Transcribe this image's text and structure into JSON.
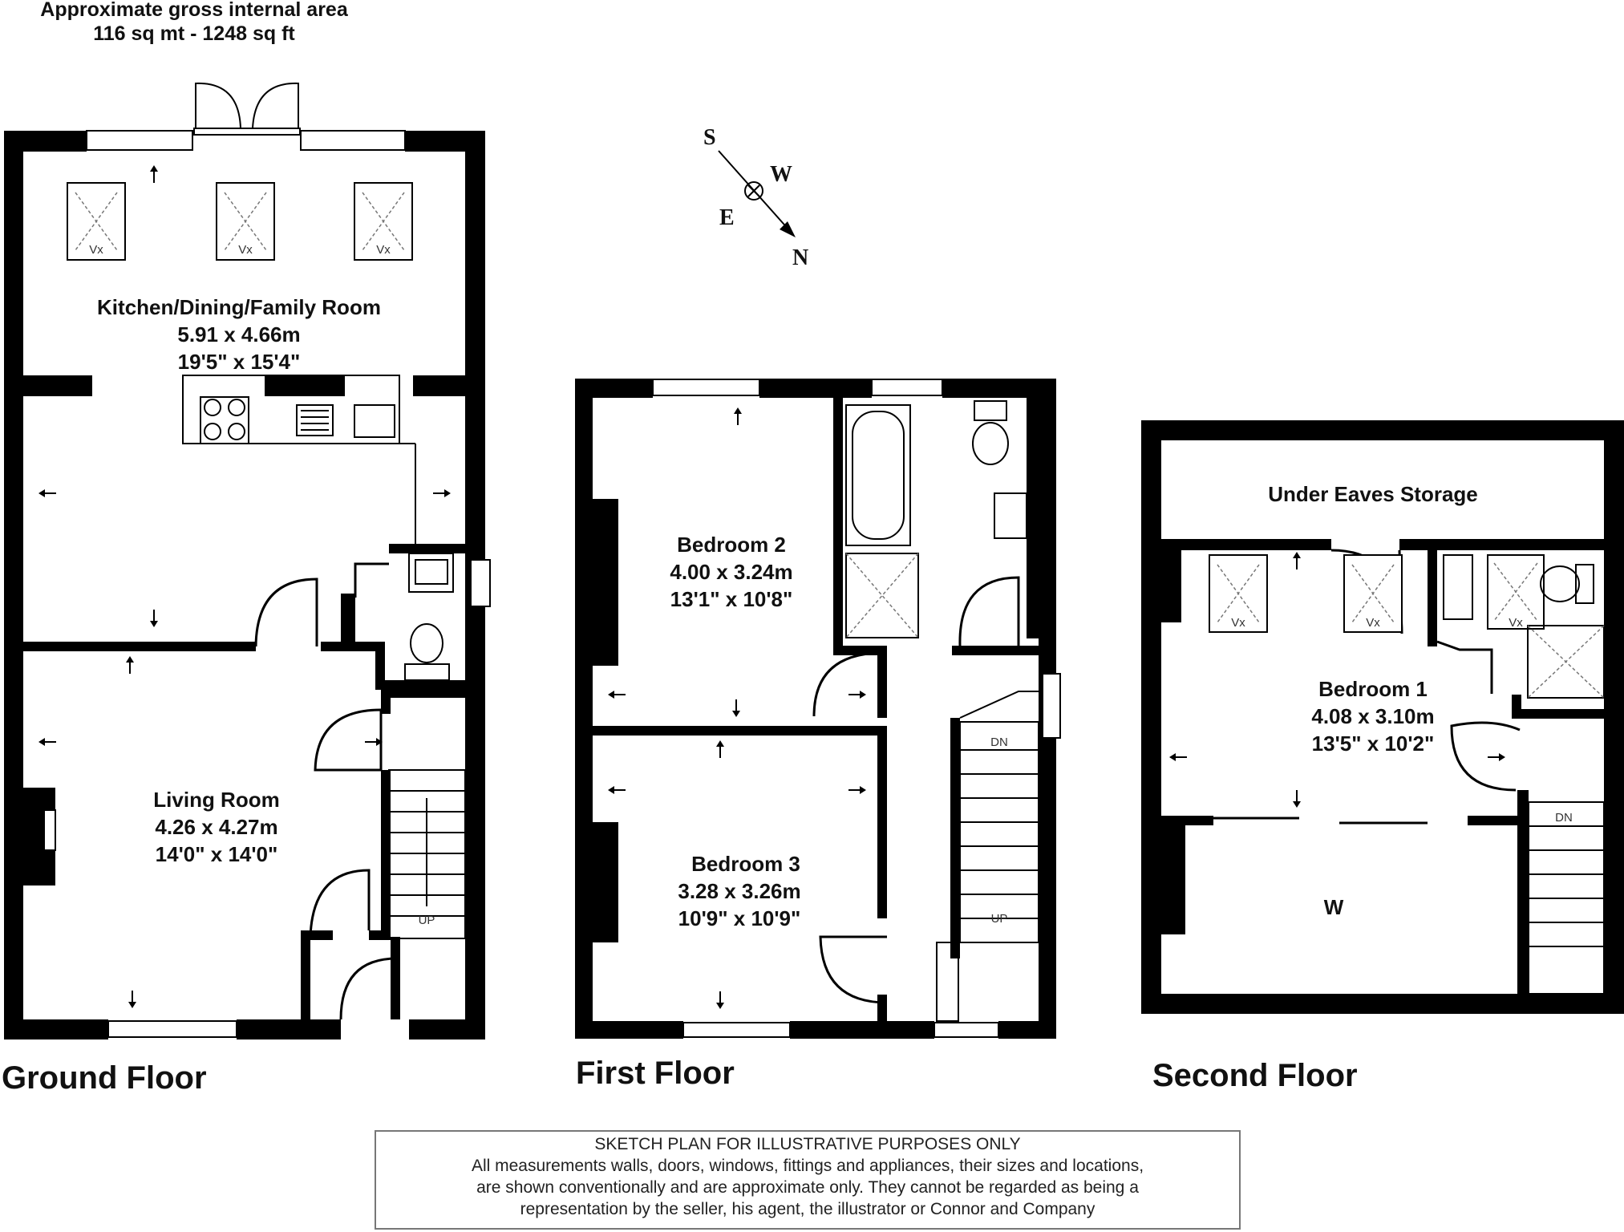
{
  "area": {
    "line1": "Approximate gross internal area",
    "line2": "116 sq mt - 1248 sq ft"
  },
  "compass": {
    "s": "S",
    "w": "W",
    "e": "E",
    "n": "N"
  },
  "floors": {
    "ground": {
      "label": "Ground Floor",
      "kitchen": {
        "name": "Kitchen/Dining/Family Room",
        "metric": "5.91 x 4.66m",
        "imperial": "19'5\" x 15'4\""
      },
      "living": {
        "name": "Living Room",
        "metric": "4.26 x 4.27m",
        "imperial": "14'0\" x 14'0\""
      },
      "stairs": "UP",
      "skylight": "Vx"
    },
    "first": {
      "label": "First Floor",
      "bedroom2": {
        "name": "Bedroom 2",
        "metric": "4.00 x 3.24m",
        "imperial": "13'1\" x 10'8\""
      },
      "bedroom3": {
        "name": "Bedroom 3",
        "metric": "3.28 x 3.26m",
        "imperial": "10'9\" x 10'9\""
      },
      "stairs_down": "DN",
      "stairs_up": "UP"
    },
    "second": {
      "label": "Second Floor",
      "storage": "Under Eaves Storage",
      "bedroom1": {
        "name": "Bedroom 1",
        "metric": "4.08 x 3.10m",
        "imperial": "13'5\" x 10'2\""
      },
      "wardrobe": "W",
      "stairs_down": "DN",
      "skylight": "Vx"
    }
  },
  "disclaimer": [
    "SKETCH PLAN FOR ILLUSTRATIVE PURPOSES ONLY",
    "All measurements walls, doors, windows, fittings and appliances, their sizes and locations,",
    "are shown conventionally and are approximate only. They cannot be regarded as being a",
    "representation by the seller, his agent, the illustrator or Connor and Company"
  ],
  "colors": {
    "wall": "#000000",
    "background": "#ffffff",
    "border": "#777777"
  }
}
